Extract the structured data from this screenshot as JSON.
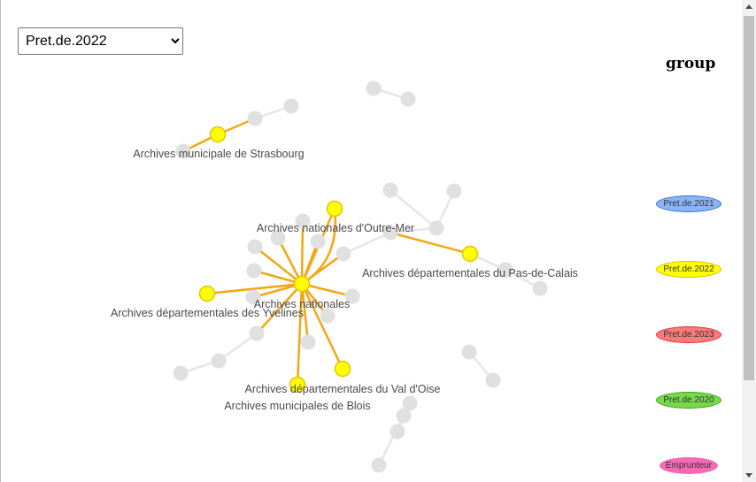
{
  "selector": {
    "selected": "Pret.de.2022"
  },
  "legend": {
    "title": "group",
    "items": [
      {
        "label": "Pret.de.2021",
        "fill": "#8ab4f8",
        "stroke": "#3a6fd8"
      },
      {
        "label": "Pret.de.2022",
        "fill": "#ffff00",
        "stroke": "#e0b800"
      },
      {
        "label": "Pret.de.2023",
        "fill": "#f87a7a",
        "stroke": "#e03030"
      },
      {
        "label": "Pret.de.2020",
        "fill": "#77d94a",
        "stroke": "#3aa51a"
      },
      {
        "label": "Emprunteur",
        "fill": "#f56ab4",
        "stroke": "#f56ab4"
      }
    ]
  },
  "colors": {
    "highlight_node": "#ffff00",
    "highlight_node_stroke": "#e8c300",
    "highlight_edge": "#f5a614",
    "dim_node": "#e0e0e0",
    "dim_edge": "#e6e6e6",
    "label": "#4a4a4a"
  },
  "network": {
    "labels": {
      "n1": "Archives municipale de Strasbourg",
      "n9": "Archives nationales d'Outre-Mer",
      "n11": "Archives départementales du Pas-de-Calais",
      "n14": "Archives nationales",
      "n15": "Archives départementales des Yvelines",
      "n18": "Archives départementales du Val d'Oise",
      "n19": "Archives municipales de Blois"
    },
    "nodes": [
      {
        "id": "a1",
        "hl": false
      },
      {
        "id": "a2",
        "hl": false
      },
      {
        "id": "n1",
        "hl": false
      },
      {
        "id": "n2",
        "hl": true
      },
      {
        "id": "n3",
        "hl": false
      },
      {
        "id": "n4",
        "hl": false
      },
      {
        "id": "n5",
        "hl": false
      },
      {
        "id": "n6",
        "hl": false
      },
      {
        "id": "n7",
        "hl": false
      },
      {
        "id": "n8",
        "hl": false
      },
      {
        "id": "n9",
        "hl": true
      },
      {
        "id": "n10",
        "hl": false
      },
      {
        "id": "n11",
        "hl": true
      },
      {
        "id": "n12",
        "hl": false
      },
      {
        "id": "n13",
        "hl": false
      },
      {
        "id": "n14",
        "hl": true
      },
      {
        "id": "n15",
        "hl": true
      },
      {
        "id": "n16",
        "hl": false
      },
      {
        "id": "n17",
        "hl": false
      },
      {
        "id": "n18",
        "hl": true
      },
      {
        "id": "n19",
        "hl": true
      },
      {
        "id": "n20",
        "hl": false
      },
      {
        "id": "n21",
        "hl": false
      },
      {
        "id": "n22",
        "hl": false
      },
      {
        "id": "n23",
        "hl": false
      },
      {
        "id": "n24",
        "hl": false
      },
      {
        "id": "n25",
        "hl": false
      },
      {
        "id": "n26",
        "hl": false
      },
      {
        "id": "n27",
        "hl": false
      },
      {
        "id": "n28",
        "hl": false
      },
      {
        "id": "n29",
        "hl": false
      },
      {
        "id": "n30",
        "hl": false
      },
      {
        "id": "n31",
        "hl": false
      },
      {
        "id": "n32",
        "hl": false
      },
      {
        "id": "n33",
        "hl": false
      },
      {
        "id": "n34",
        "hl": false
      },
      {
        "id": "n35",
        "hl": false
      }
    ],
    "edges": [
      {
        "s": "a1",
        "t": "a2",
        "hl": false
      },
      {
        "s": "n1",
        "t": "n2",
        "hl": true
      },
      {
        "s": "n2",
        "t": "n3",
        "hl": true
      },
      {
        "s": "n3",
        "t": "n4",
        "hl": false
      },
      {
        "s": "n5",
        "t": "n6",
        "hl": false
      },
      {
        "s": "n6",
        "t": "n7",
        "hl": false
      },
      {
        "s": "n7",
        "t": "n8",
        "hl": false
      },
      {
        "s": "n6",
        "t": "n10",
        "hl": false
      },
      {
        "s": "n7",
        "t": "n11",
        "hl": true
      },
      {
        "s": "n11",
        "t": "n12",
        "hl": false
      },
      {
        "s": "n12",
        "t": "n13",
        "hl": false
      },
      {
        "s": "n8",
        "t": "n14",
        "hl": false
      },
      {
        "s": "n14",
        "t": "n9",
        "hl": true
      },
      {
        "s": "n14",
        "t": "n9",
        "hl": true,
        "curve": true
      },
      {
        "s": "n14",
        "t": "n15",
        "hl": true
      },
      {
        "s": "n14",
        "t": "n18",
        "hl": true
      },
      {
        "s": "n14",
        "t": "n19",
        "hl": true
      },
      {
        "s": "n14",
        "t": "n20",
        "hl": true
      },
      {
        "s": "n14",
        "t": "n21",
        "hl": true
      },
      {
        "s": "n14",
        "t": "n22",
        "hl": true
      },
      {
        "s": "n14",
        "t": "n23",
        "hl": true
      },
      {
        "s": "n14",
        "t": "n24",
        "hl": true
      },
      {
        "s": "n14",
        "t": "n25",
        "hl": true
      },
      {
        "s": "n14",
        "t": "n26",
        "hl": true
      },
      {
        "s": "n14",
        "t": "n27",
        "hl": true
      },
      {
        "s": "n14",
        "t": "n28",
        "hl": true
      },
      {
        "s": "n14",
        "t": "n8",
        "hl": true
      },
      {
        "s": "n14",
        "t": "n16",
        "hl": true
      },
      {
        "s": "n16",
        "t": "n17",
        "hl": false
      },
      {
        "s": "n17",
        "t": "n29",
        "hl": false
      },
      {
        "s": "n30",
        "t": "n31",
        "hl": false
      },
      {
        "s": "n32",
        "t": "n33",
        "hl": false
      },
      {
        "s": "n33",
        "t": "n34",
        "hl": false
      },
      {
        "s": "n34",
        "t": "n35",
        "hl": false
      }
    ]
  }
}
